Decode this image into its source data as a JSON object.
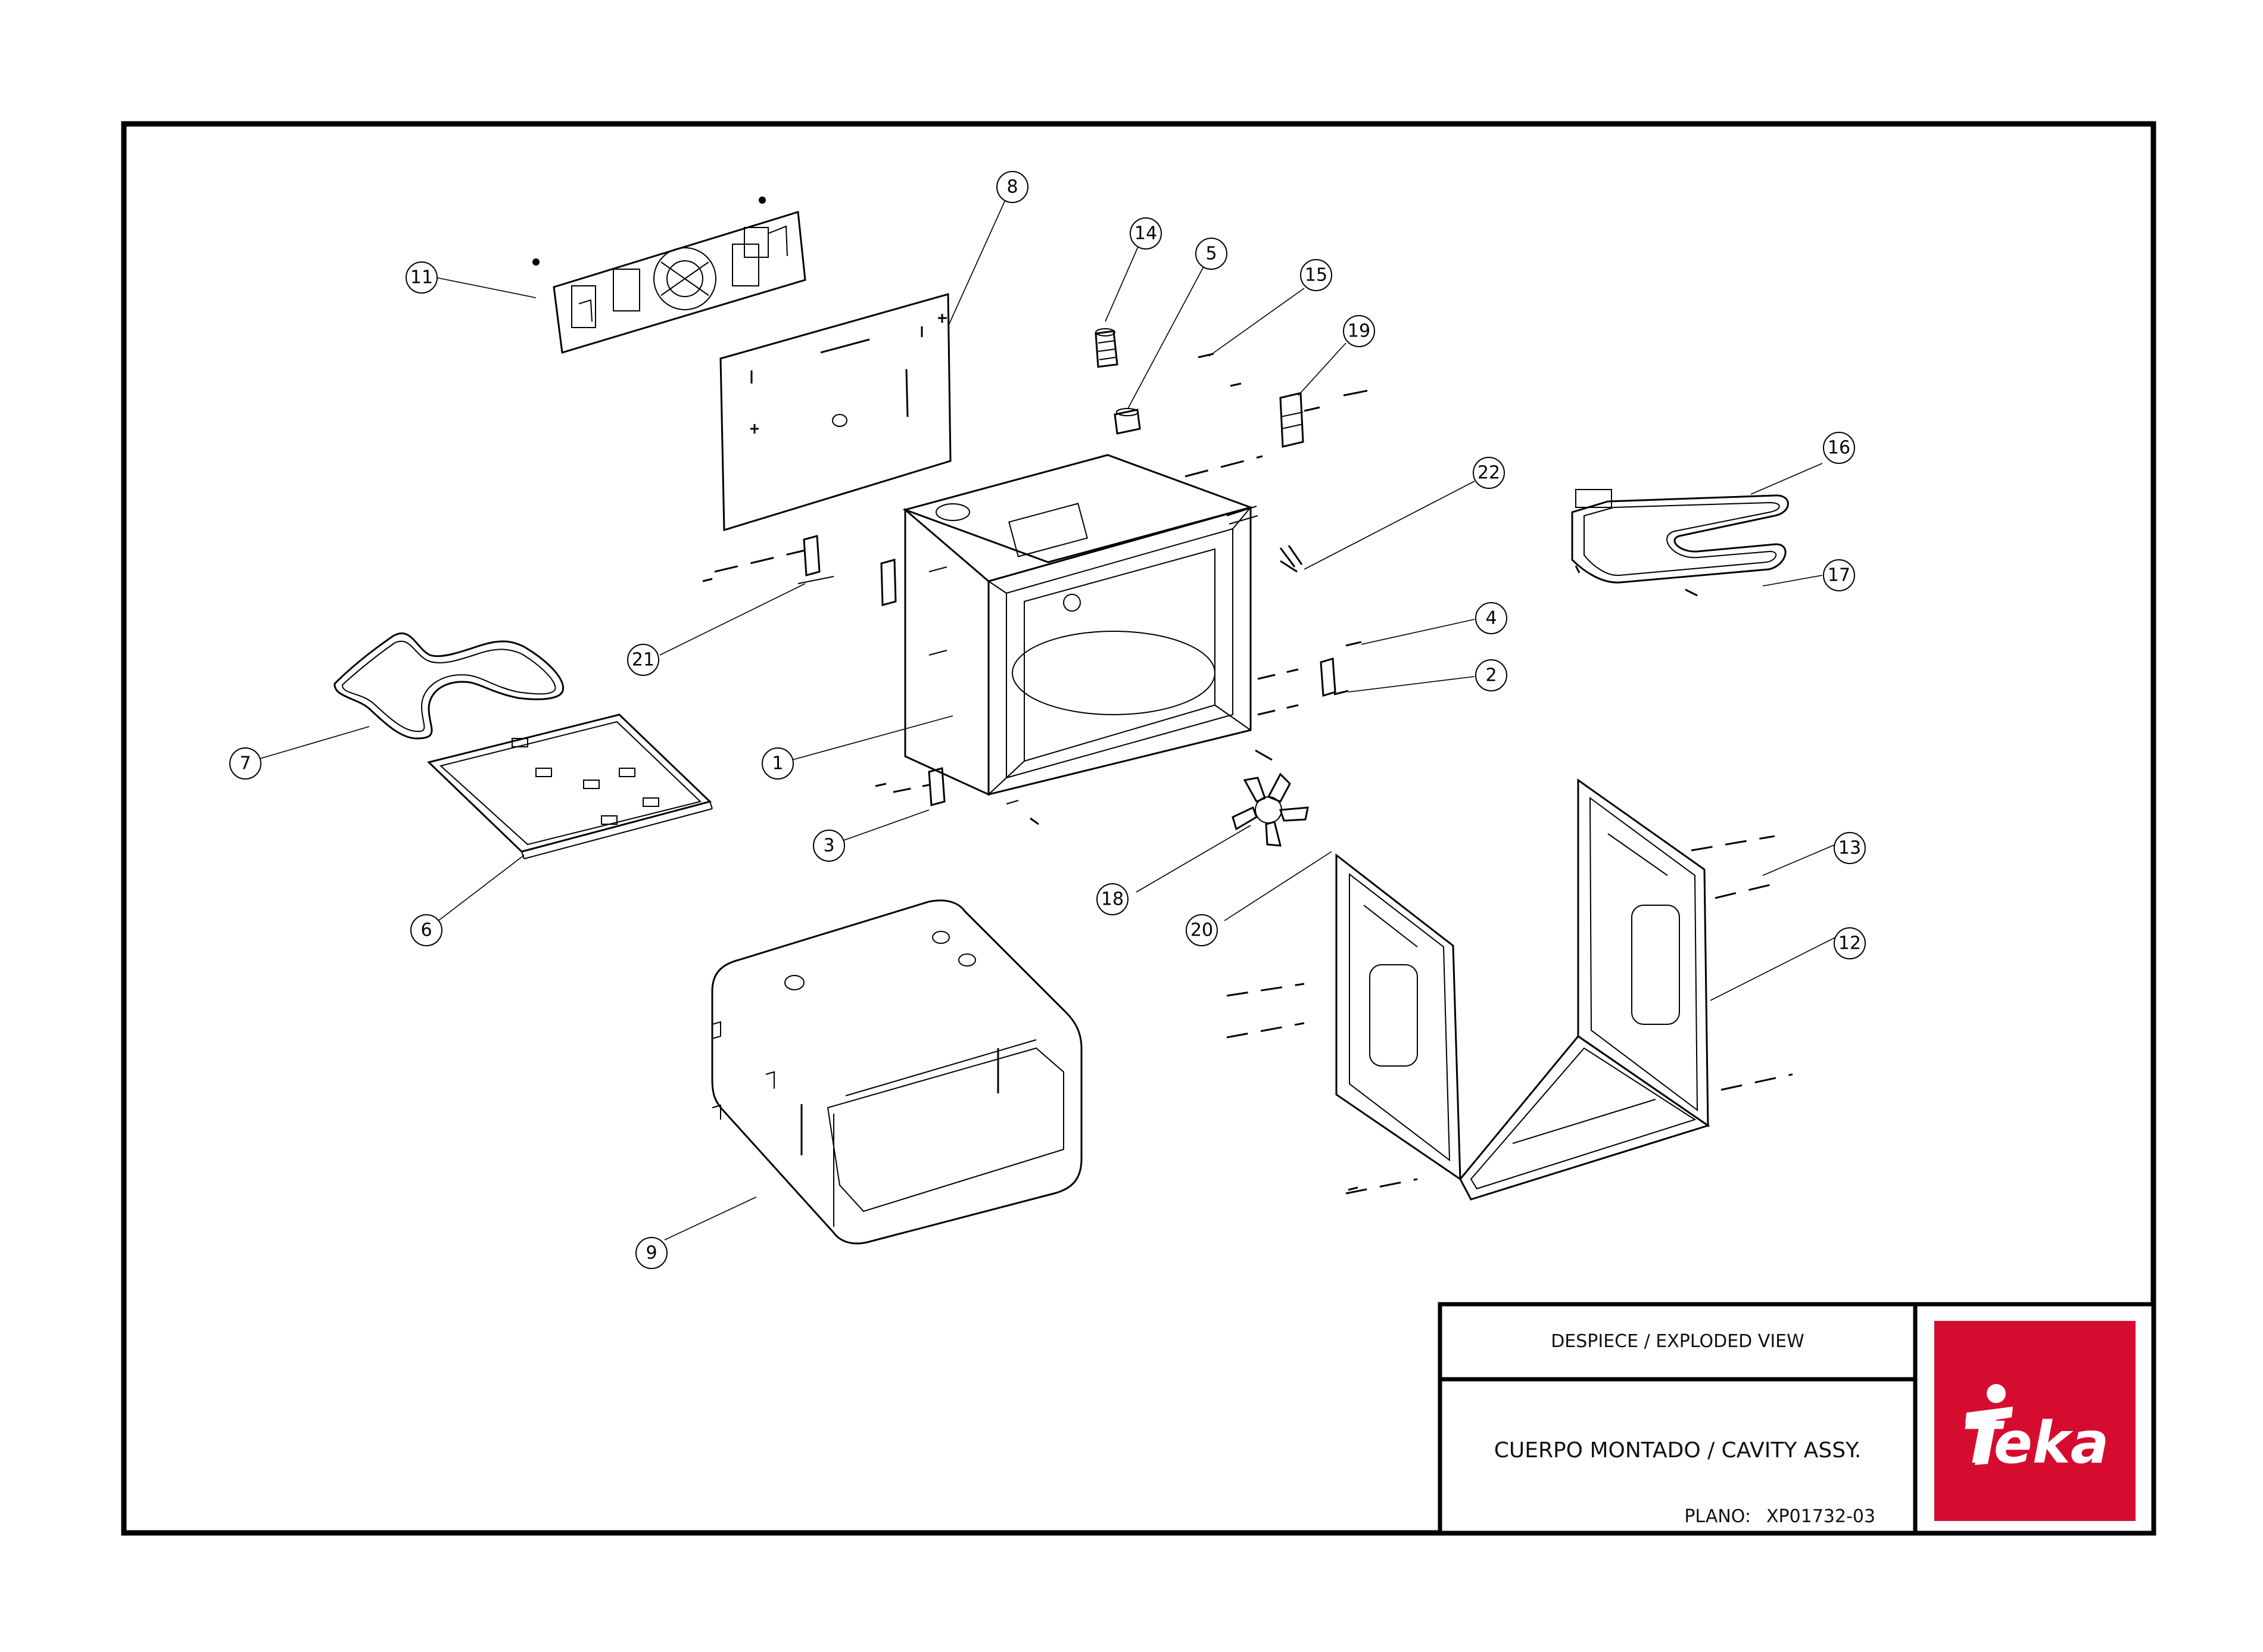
{
  "title_block": {
    "header": "DESPIECE / EXPLODED VIEW",
    "assembly": "CUERPO MONTADO / CAVITY ASSY.",
    "plan_label": "PLANO:",
    "plan_number": "XP01732-03",
    "brand": "Teka",
    "brand_color": "#d50c30"
  },
  "callouts": [
    "1",
    "2",
    "3",
    "4",
    "5",
    "6",
    "7",
    "8",
    "9",
    "11",
    "12",
    "13",
    "14",
    "15",
    "16",
    "17",
    "18",
    "19",
    "20",
    "21",
    "22"
  ]
}
